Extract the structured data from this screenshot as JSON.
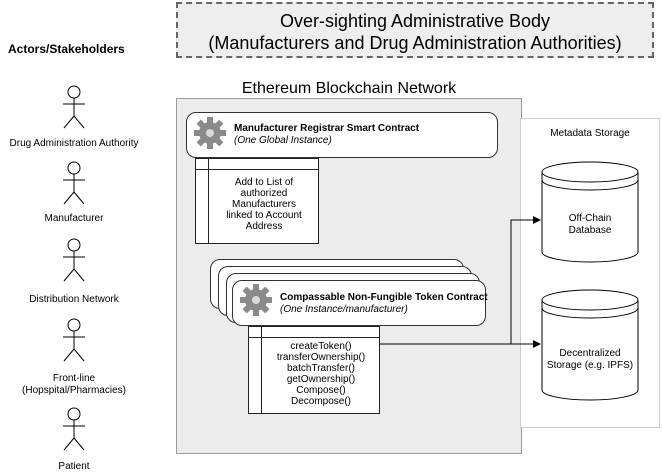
{
  "admin_body": {
    "line1": "Over-sighting Administrative Body",
    "line2": "(Manufacturers and Drug Administration Authorities)"
  },
  "actors": {
    "title": "Actors/Stakeholders",
    "items": [
      {
        "label": "Drug Administration Authority"
      },
      {
        "label": "Manufacturer"
      },
      {
        "label": "Distribution Network"
      },
      {
        "label": "Front-line",
        "label2": "(Hopspital/Pharmacies)"
      },
      {
        "label": "Patient"
      }
    ]
  },
  "network": {
    "title": "Ethereum Blockchain Network"
  },
  "registrar": {
    "title": "Manufacturer Registrar Smart Contract",
    "subtitle": "(One Global Instance)",
    "lines": [
      "Add to List of",
      "authorized",
      "Manufacturers",
      "linked to Account",
      "Address"
    ]
  },
  "nft": {
    "title": "Compassable Non-Fungible Token Contract",
    "subtitle": "(One Instance/manufacturer)",
    "methods": [
      "createToken()",
      "transferOwnership()",
      "batchTransfer()",
      "getOwnership()",
      "Compose()",
      "Decompose()"
    ]
  },
  "metadata": {
    "title": "Metadata Storage",
    "offchain": [
      "Off-Chain",
      "Database"
    ],
    "ipfs": [
      "Decentralized",
      "Storage (e.g. IPFS)"
    ]
  },
  "colors": {
    "network_bg": "#ececec",
    "admin_bg": "#eeeeee",
    "gear": "#8a8a8a"
  }
}
